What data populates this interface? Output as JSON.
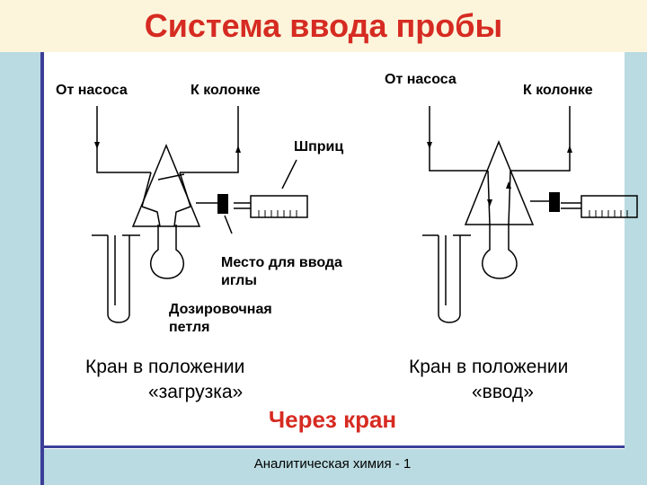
{
  "title": "Система ввода пробы",
  "left_diagram": {
    "from_pump": "От насоса",
    "to_column": "К колонке",
    "syringe": "Шприц",
    "needle_port_line1": "Место для ввода",
    "needle_port_line2": "иглы",
    "loop_line1": "Дозировочная",
    "loop_line2": "петля",
    "caption_line1": "Кран в положении",
    "caption_line2": "«загрузка»"
  },
  "right_diagram": {
    "from_pump": "От насоса",
    "to_column": "К колонке",
    "caption_line1": "Кран в положении",
    "caption_line2": "«ввод»"
  },
  "method": "Через кран",
  "footer": "Аналитическая химия - 1",
  "colors": {
    "title": "#d62b22",
    "side": "#b9dbe1",
    "rule": "#3c3f99",
    "title_band": "#fcf5dc"
  }
}
